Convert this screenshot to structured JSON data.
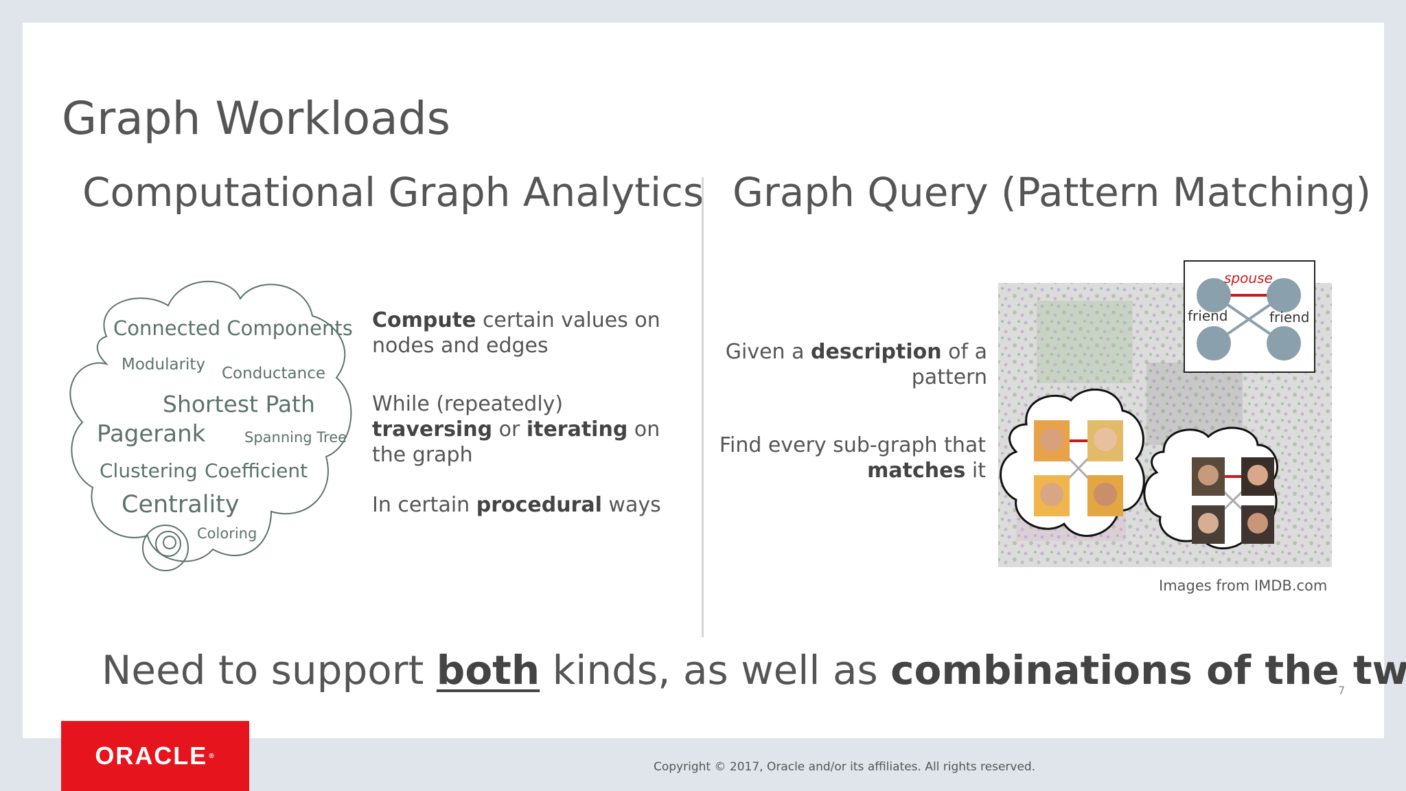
{
  "slide": {
    "title": "Graph Workloads",
    "left_heading": "Computational Graph Analytics",
    "right_heading": "Graph Query (Pattern Matching)",
    "cloud_words": {
      "connected_components": "Connected Components",
      "modularity": "Modularity",
      "conductance": "Conductance",
      "shortest_path": "Shortest Path",
      "pagerank": "Pagerank",
      "spanning_tree": "Spanning Tree",
      "clustering": "Clustering",
      "coefficient": "Coefficient",
      "centrality": "Centrality",
      "coloring": "Coloring"
    },
    "analytics": {
      "d1_bold": "Compute",
      "d1_rest": " certain values on nodes and edges",
      "d2_pre": "While (repeatedly) ",
      "d2_bold1": "traversing",
      "d2_mid": " or ",
      "d2_bold2": "iterating",
      "d2_post": " on the graph",
      "d3_pre": "In certain ",
      "d3_bold": "procedural",
      "d3_post": " ways"
    },
    "query": {
      "q1_pre": "Given a ",
      "q1_bold": "description",
      "q1_post": " of a pattern",
      "q2_pre": "Find every sub-graph that ",
      "q2_bold": "matches",
      "q2_post": " it",
      "pattern_labels": {
        "spouse": "spouse",
        "friend_left": "friend",
        "friend_right": "friend"
      },
      "image_credit": "Images from IMDB.com"
    },
    "bottom": {
      "pre": "Need to support ",
      "both": "both",
      "mid": " kinds, as well as ",
      "bold": "combinations of the two"
    },
    "page_number": "7"
  },
  "footer": {
    "logo": "ORACLE",
    "copyright": "Copyright © 2017, Oracle and/or its affiliates. All rights reserved."
  },
  "colors": {
    "accent_red": "#e6141c",
    "text_gray": "#555555",
    "cloud_stroke": "#5b7369",
    "pattern_node": "#8aa1ad",
    "spouse_red": "#cc1a1a"
  }
}
